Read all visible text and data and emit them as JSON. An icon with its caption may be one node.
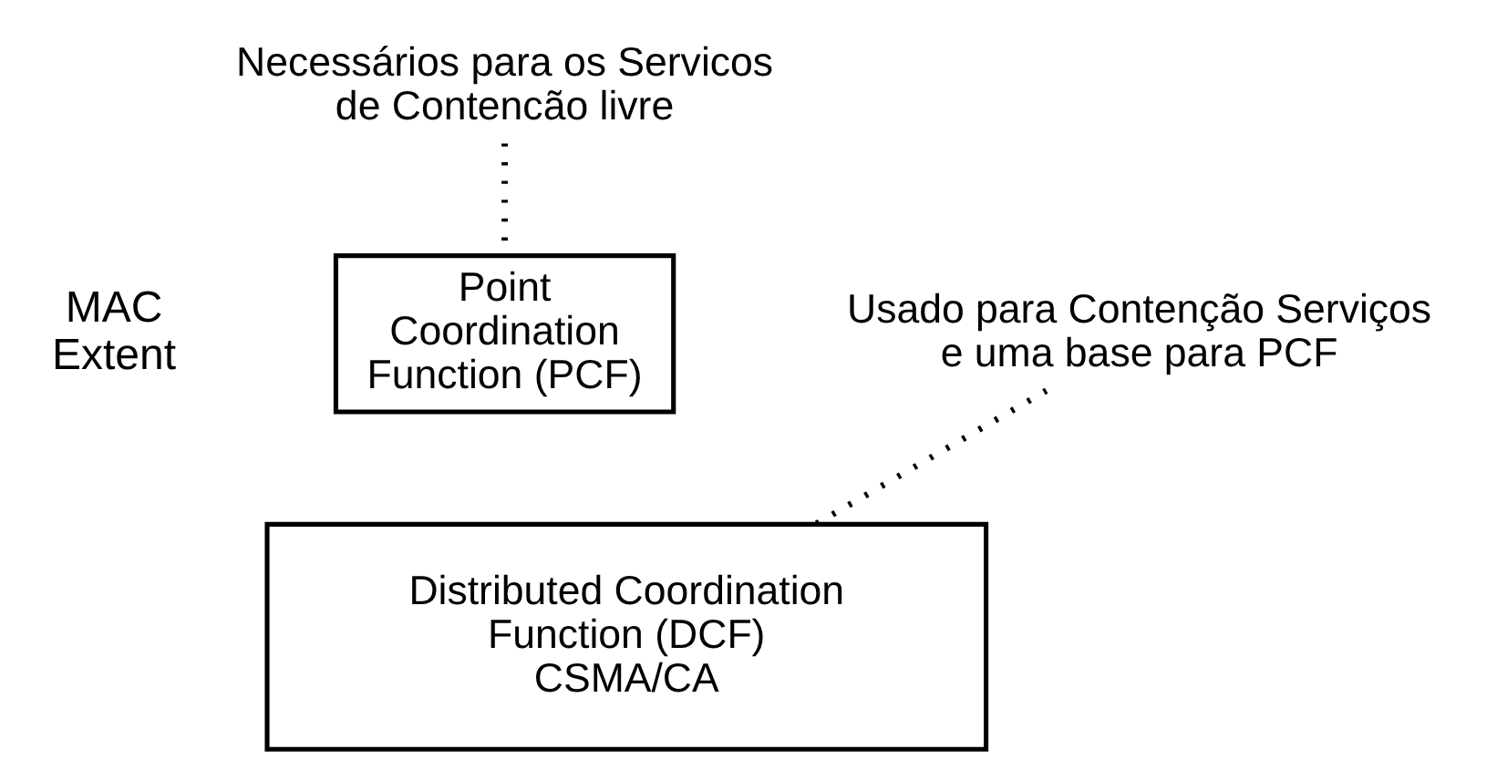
{
  "diagram": {
    "nodes": [
      {
        "text": [
          "Necessários para os Servicos de Contencão livre"
        ]
      },
      {
        "text": [
          "Point Coordination Function (PCF)"
        ]
      },
      {
        "text": [
          "Usado para Contenção Serviços e uma base para PCF"
        ]
      },
      {
        "text": [
          "Distributed Coordination Function (DCF)",
          "CSMA/CA"
        ]
      }
    ],
    "edges": [
      {
        "from": 0,
        "to": 1,
        "arrow": "none",
        "style": "dashed"
      },
      {
        "from": 2,
        "to": 3,
        "arrow": "none",
        "style": "dashed"
      }
    ],
    "labels": [
      "MAC Extent"
    ]
  }
}
